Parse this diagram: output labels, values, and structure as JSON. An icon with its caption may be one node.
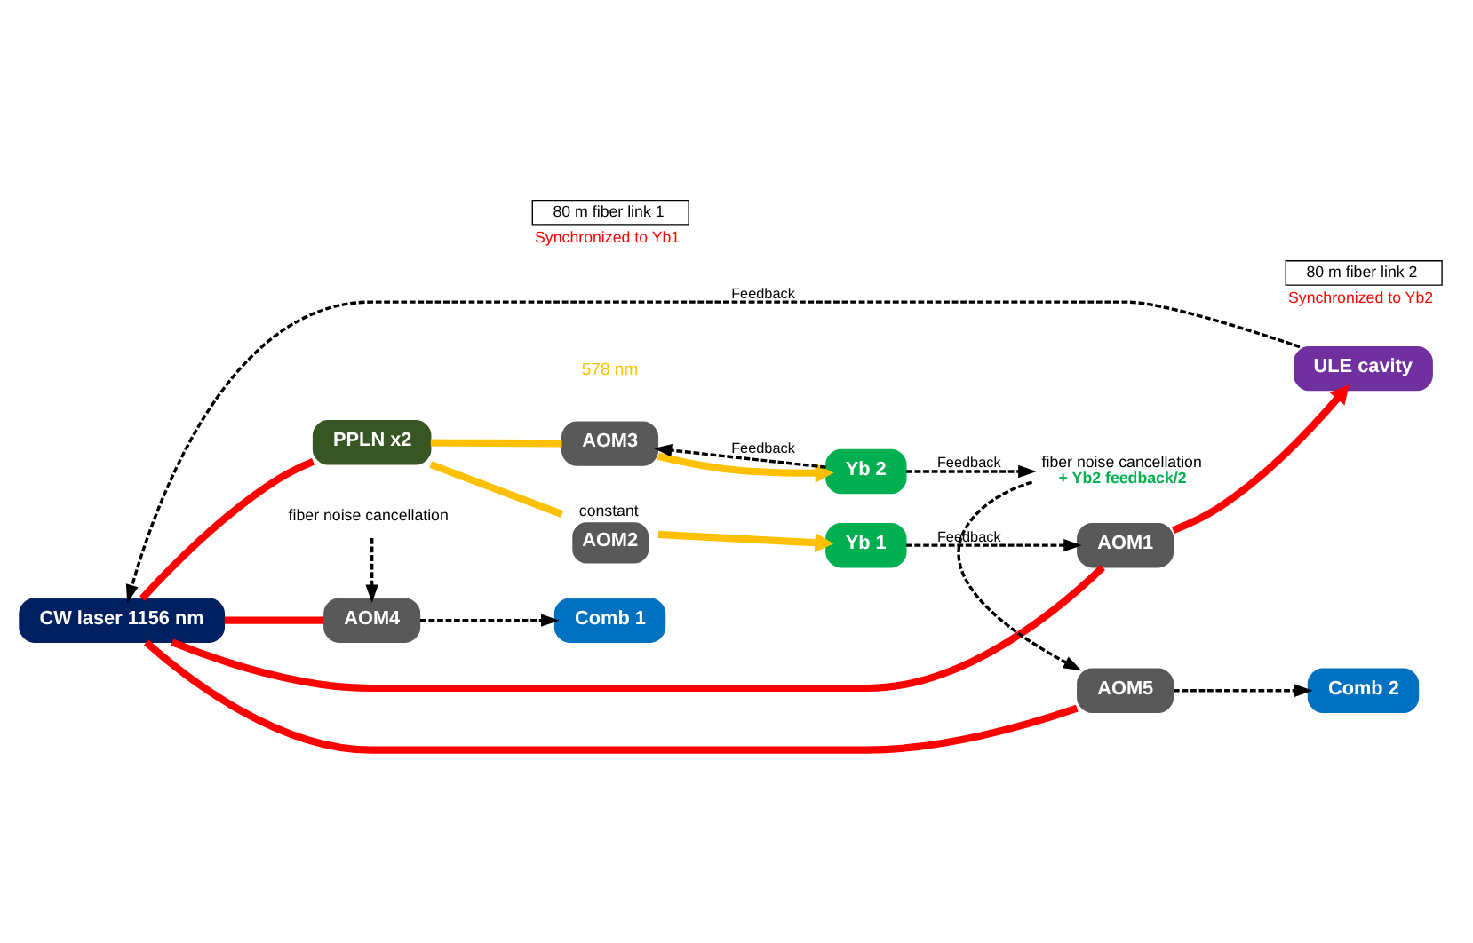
{
  "diagram": {
    "nodes": [
      {
        "text": [
          "CW laser 1156 nm"
        ]
      },
      {
        "text": [
          "ULE cavity"
        ]
      },
      {
        "text": [
          "AOM1"
        ]
      },
      {
        "text": [
          "PPLN x2"
        ]
      },
      {
        "text": [
          "AOM2"
        ],
        "beside": [
          "constant"
        ]
      },
      {
        "text": [
          "Yb 1"
        ]
      },
      {
        "text": [
          "AOM3"
        ]
      },
      {
        "text": [
          "Yb 2"
        ]
      },
      {
        "text": [
          "AOM4"
        ]
      },
      {
        "text": [
          "Comb 1"
        ]
      },
      {
        "text": [
          "AOM5"
        ]
      },
      {
        "text": [
          "Comb 2"
        ]
      },
      {
        "text": [
          "80 m fiber link 1"
        ],
        "beside": [
          "Synchronized to Yb1"
        ]
      },
      {
        "text": [
          "80 m fiber link 2"
        ],
        "beside": [
          "Synchronized to Yb2"
        ]
      },
      {
        "text": [
          "fiber noise cancellation"
        ]
      },
      {
        "text": [
          "fiber noise cancellation",
          "+ Yb2 feedback/2"
        ]
      }
    ],
    "edges": [
      {
        "from": 0,
        "to": 2,
        "arrow": "none",
        "color": "#ff0000"
      },
      {
        "from": 2,
        "to": 1,
        "arrow": "to",
        "color": "#ff0000"
      },
      {
        "from": 0,
        "to": 3,
        "arrow": "none",
        "color": "#ff0000"
      },
      {
        "from": 0,
        "to": 8,
        "arrow": "none",
        "color": "#ff0000"
      },
      {
        "from": 0,
        "to": 10,
        "arrow": "none",
        "color": "#ff0000"
      },
      {
        "from": 3,
        "to": 4,
        "arrow": "none",
        "color": "#ffc000"
      },
      {
        "from": 3,
        "to": 6,
        "arrow": "none",
        "color": "#ffc000"
      },
      {
        "from": 4,
        "to": 5,
        "arrow": "to",
        "color": "#ffc000"
      },
      {
        "from": 6,
        "to": 7,
        "arrow": "to",
        "color": "#ffc000"
      },
      {
        "from": 1,
        "to": 0,
        "arrow": "to",
        "label": "Feedback",
        "style": "dashed"
      },
      {
        "from": 5,
        "to": 2,
        "arrow": "to",
        "label": "Feedback",
        "style": "dashed"
      },
      {
        "from": 7,
        "to": 6,
        "arrow": "to",
        "label": "Feedback",
        "style": "dashed"
      },
      {
        "from": 8,
        "to": 9,
        "arrow": "to",
        "style": "dashed"
      },
      {
        "from": 10,
        "to": 11,
        "arrow": "to",
        "style": "dashed"
      },
      {
        "from": 14,
        "to": 8,
        "arrow": "to",
        "style": "dashed"
      },
      {
        "from": 15,
        "to": 10,
        "arrow": "to",
        "style": "dashed"
      },
      {
        "from": 7,
        "to": 15,
        "arrow": "to",
        "label": "Feedback",
        "style": "dashed"
      }
    ],
    "labels": [
      "578 nm"
    ]
  }
}
